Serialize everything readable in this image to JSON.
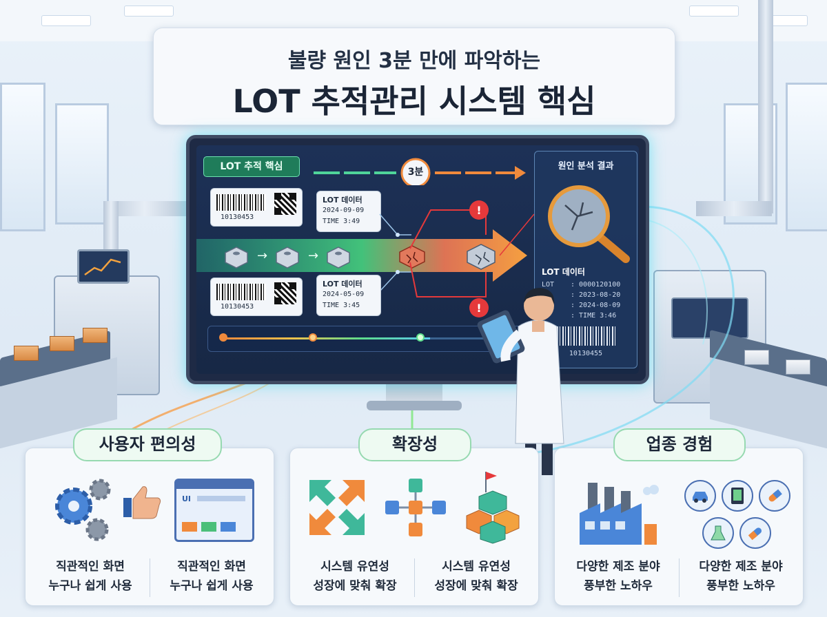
{
  "title": {
    "line1": "불량 원인 3분 만에 파악하는",
    "line2": "LOT 추적관리 시스템 핵심"
  },
  "screen": {
    "section_label": "LOT 추적 핵심",
    "timer_label": "3분",
    "top_flow": {
      "barcode_number": "10130453",
      "lot_label": "LOT 데이터",
      "date": "2024-09-09",
      "time": "TIME 3:49"
    },
    "bottom_flow": {
      "barcode_number": "10130453",
      "lot_label": "LOT 데이터",
      "date": "2024-05-09",
      "time": "TIME 3:45"
    },
    "result": {
      "title": "원인 분석 결과",
      "lot_label": "LOT 데이터",
      "rows": [
        {
          "key": "LOT",
          "value": ": 0000120100"
        },
        {
          "key": "",
          "value": ": 2023-08-20"
        },
        {
          "key": "",
          "value": ": 2024-08-09"
        },
        {
          "key": "",
          "value": ": TIME 3:46"
        }
      ],
      "barcode_number": "10130455"
    },
    "alert_icon": "alert-icon"
  },
  "panels": [
    {
      "tag": "사용자 편의성",
      "icon_ui_label": "UI",
      "captions": [
        {
          "line1": "직관적인 화면",
          "line2": "누구나 쉽게 사용"
        },
        {
          "line1": "직관적인 화면",
          "line2": "누구나 쉽게 사용"
        }
      ]
    },
    {
      "tag": "확장성",
      "captions": [
        {
          "line1": "시스템 유연성",
          "line2": "성장에 맞춰 확장"
        },
        {
          "line1": "시스템 유연성",
          "line2": "성장에 맞춰 확장"
        }
      ]
    },
    {
      "tag": "업종 경험",
      "captions": [
        {
          "line1": "다양한 제조 분야",
          "line2": "풍부한 노하우"
        },
        {
          "line1": "다양한 제조 분야",
          "line2": "풍부한 노하우"
        }
      ]
    }
  ],
  "colors": {
    "accent_green": "#1f7c5a",
    "alert_red": "#e5393b",
    "flow_orange": "#f08a3c",
    "glow_cyan": "#55e0f2"
  }
}
